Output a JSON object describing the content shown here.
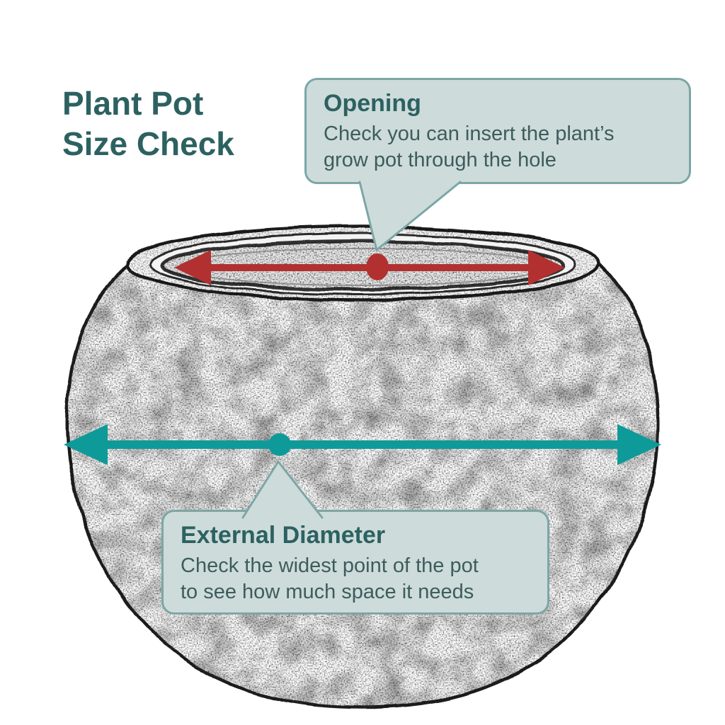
{
  "title": {
    "line1": "Plant Pot",
    "line2": "Size Check"
  },
  "callouts": {
    "opening": {
      "heading": "Opening",
      "body_line1": "Check you can insert the plant’s",
      "body_line2": "grow pot through the hole"
    },
    "external_diameter": {
      "heading": "External Diameter",
      "body_line1": "Check the widest point of the pot",
      "body_line2": "to see how much space it needs"
    }
  },
  "colors": {
    "accent_red": "#b23030",
    "accent_teal": "#0f9a9a",
    "heading_teal": "#2d6161",
    "body_text": "#3e5c5c",
    "callout_fill": "#cddbdb",
    "callout_border": "#7da6a6",
    "sketch_line": "#1c1c1c",
    "background": "#ffffff"
  }
}
